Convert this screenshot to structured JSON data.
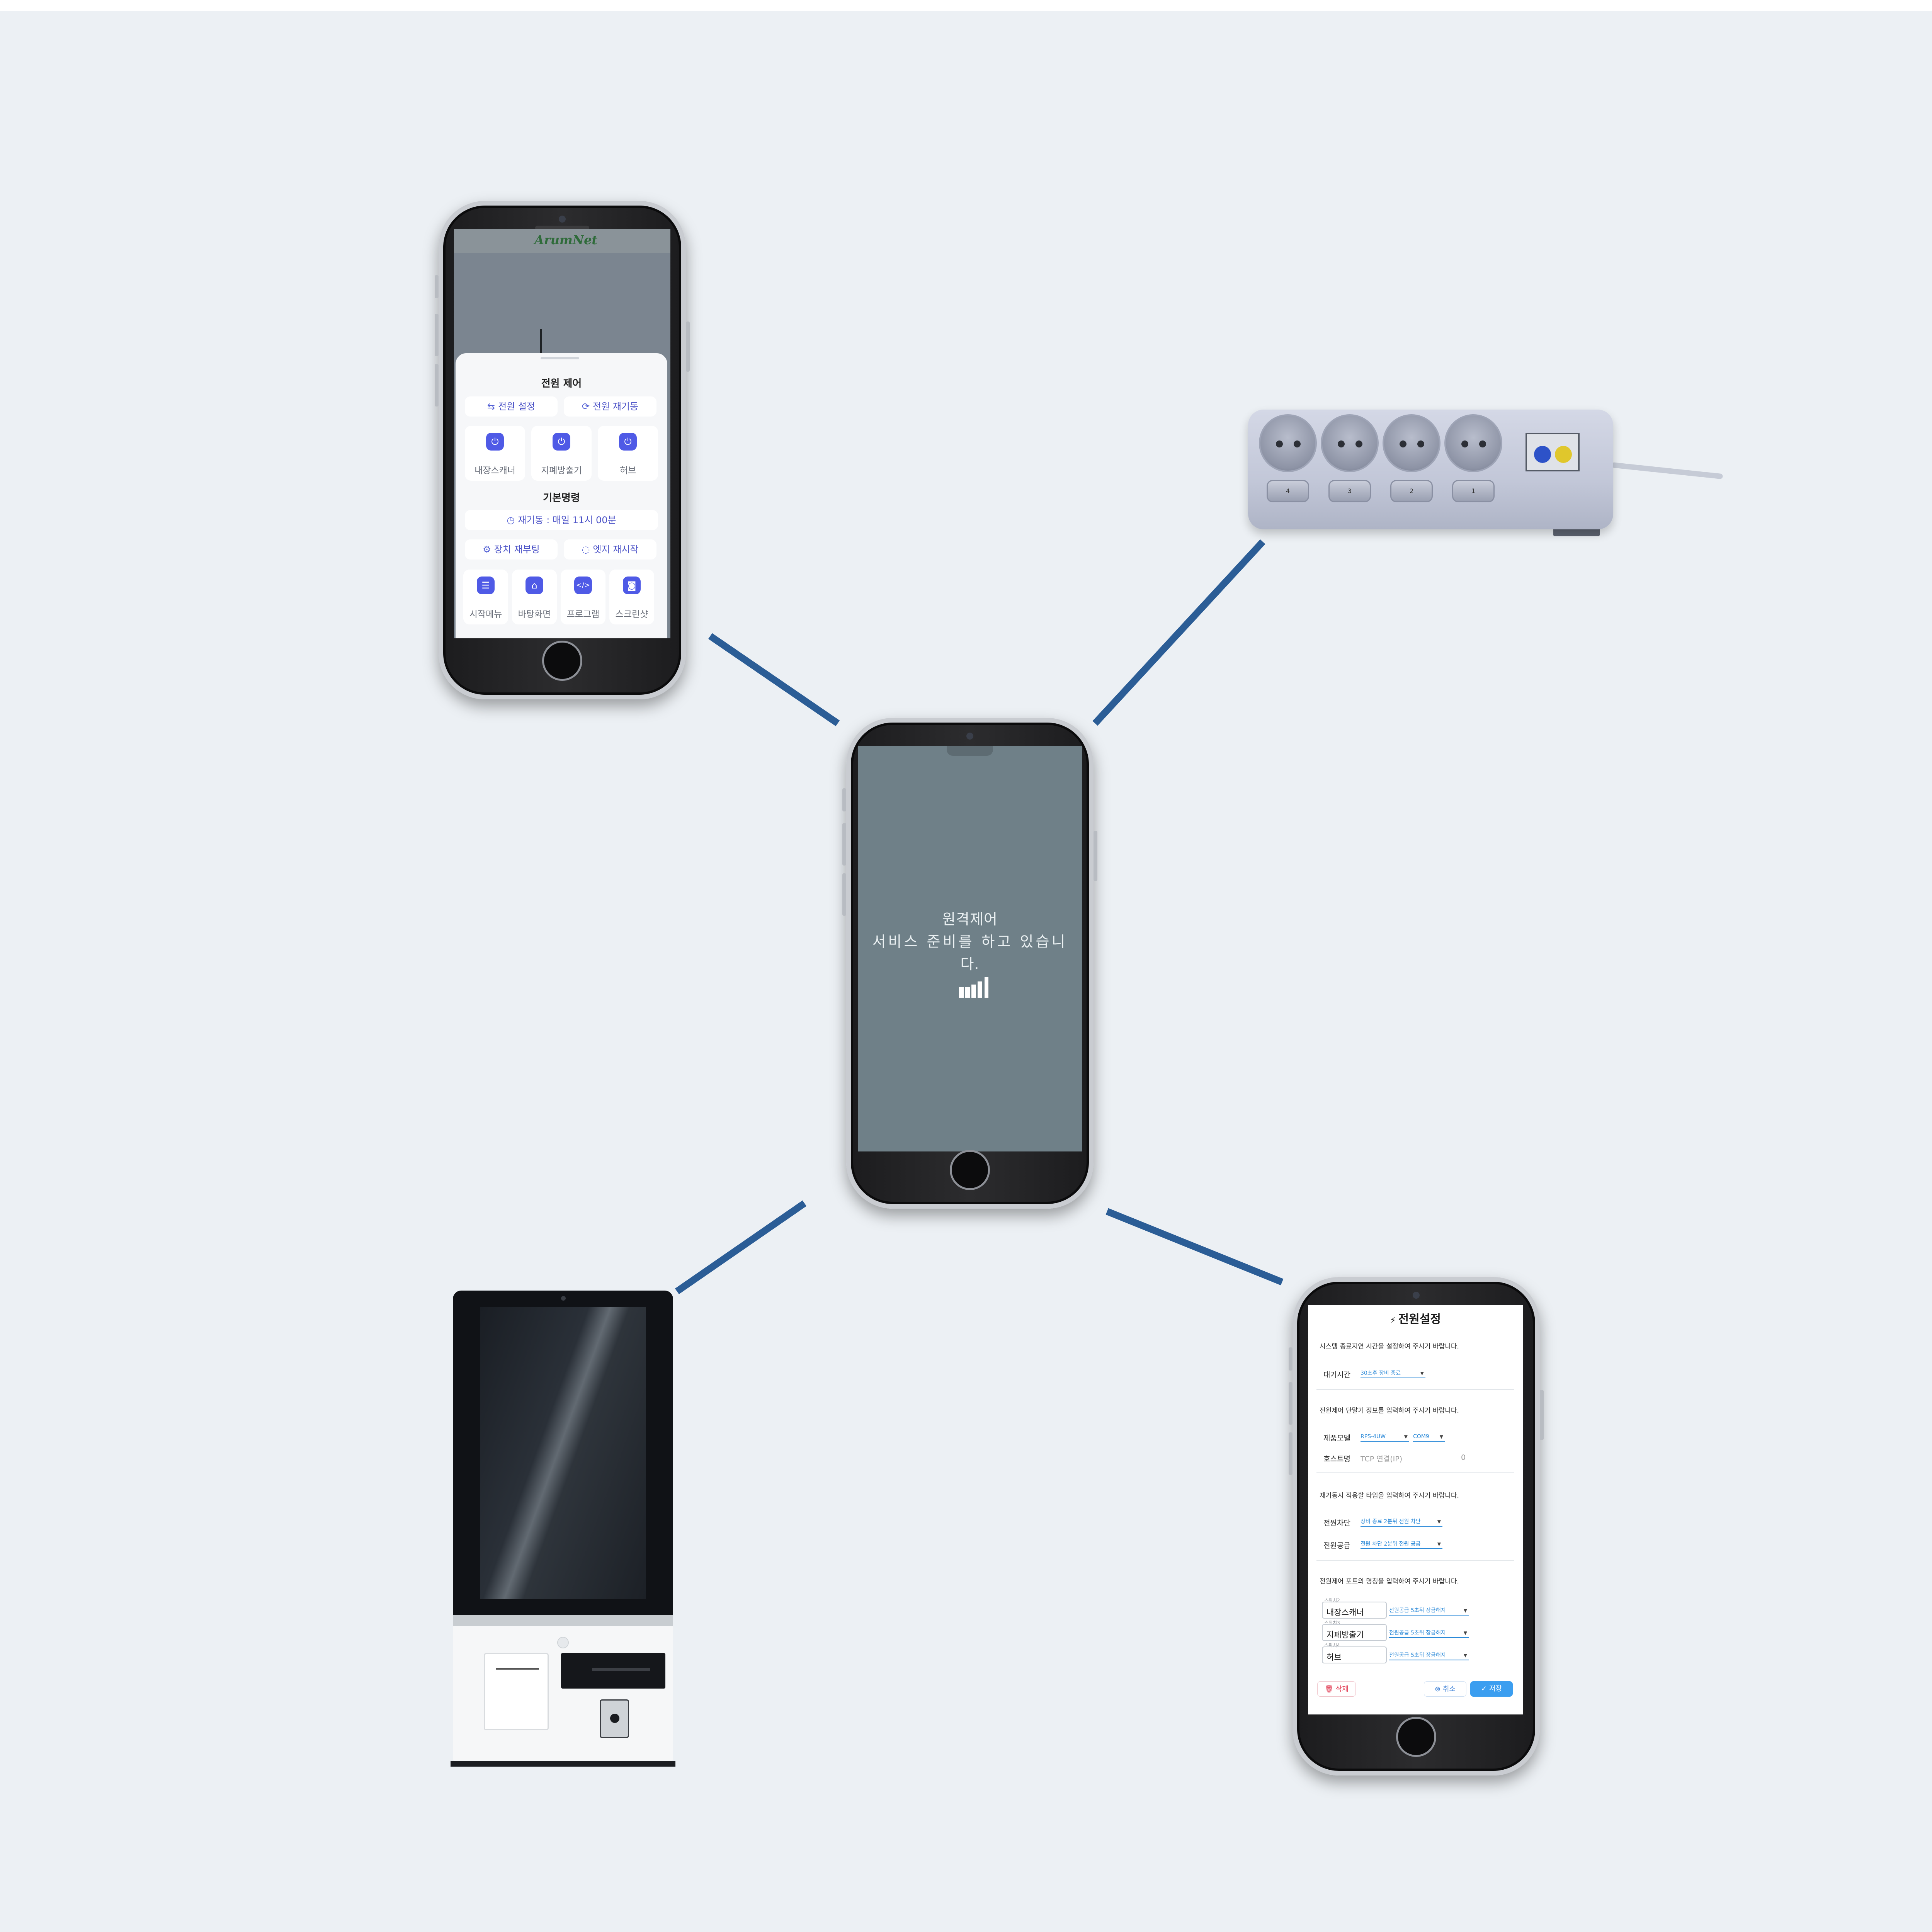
{
  "center_phone": {
    "loading_line1": "원격제어",
    "loading_line2": "서비스 준비를 하고 있습니",
    "loading_line3": "다.",
    "icon": "loading-bars-icon"
  },
  "power_control_phone": {
    "logo_text": "ArumNet",
    "sheet_title": "전원 제어",
    "power_settings_label": "전원 설정",
    "power_restart_label": "전원 재기동",
    "devices": [
      {
        "label": "내장스캐너",
        "icon": "power-icon"
      },
      {
        "label": "지폐방출기",
        "icon": "power-icon"
      },
      {
        "label": "허브",
        "icon": "power-icon"
      }
    ],
    "basic_title": "기본명령",
    "restart_schedule": "재기동 : 매일 11시 00분",
    "device_reboot_label": "장치 재부팅",
    "edge_restart_label": "엣지 재시작",
    "commands": [
      {
        "label": "시작메뉴",
        "icon": "menu-icon"
      },
      {
        "label": "바탕화면",
        "icon": "home-icon"
      },
      {
        "label": "프로그램",
        "icon": "code-icon"
      },
      {
        "label": "스크린샷",
        "icon": "camera-icon"
      }
    ]
  },
  "power_settings_phone": {
    "title": "전원설정",
    "section1_desc": "시스템 종료지연 시간을 설정하여 주시기 바랍니다.",
    "wait_time_label": "대기시간",
    "wait_time_value": "30초후 장비 종료",
    "section2_desc": "전원제어 단말기 정보를 입력하여 주시기 바랍니다.",
    "product_model_label": "제품모델",
    "product_model_value": "RPS-4UW",
    "port_value": "COM9",
    "hostname_label": "호스트명",
    "hostname_placeholder": "TCP 연결(IP)",
    "hostname_count": "0",
    "section3_desc": "재기동시 적용할 타임을 입력하여 주시기 바랍니다.",
    "power_cut_label": "전원차단",
    "power_cut_value": "장비 종료 2분뒤 전원 차단",
    "power_supply_label": "전원공급",
    "power_supply_value": "전원 차단 2분뒤 전원 공급",
    "section4_desc": "전원제어 포트의 명칭을 입력하여 주시기 바랍니다.",
    "switches": [
      {
        "tag": "스위치2",
        "name": "내장스캐너",
        "option": "전원공급 5초뒤 장금해지"
      },
      {
        "tag": "스위치3",
        "name": "지폐방출기",
        "option": "전원공급 5초뒤 장금해지"
      },
      {
        "tag": "스위치4",
        "name": "허브",
        "option": "전원공급 5초뒤 장금해지"
      }
    ],
    "delete_label": "삭제",
    "cancel_label": "취소",
    "save_label": "저장"
  },
  "power_strip": {
    "switch_labels": [
      "4",
      "3",
      "2",
      "1"
    ]
  },
  "colors": {
    "background": "#ecf0f4",
    "connector": "#2b5d96",
    "accent": "#4f5ae6",
    "link": "#2c8ad8",
    "save": "#3b9ef0",
    "delete": "#e0364f"
  }
}
